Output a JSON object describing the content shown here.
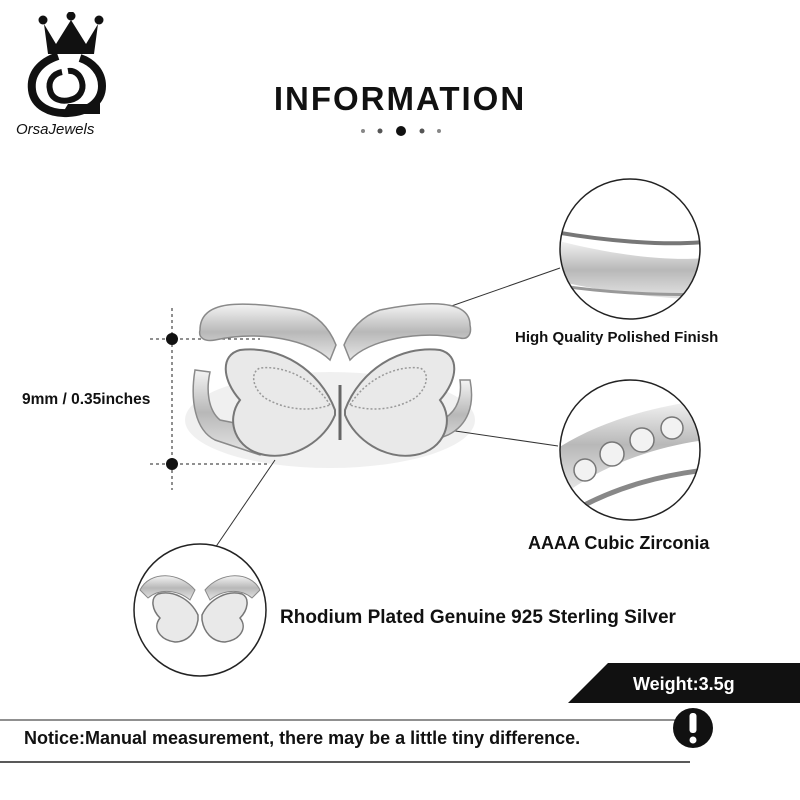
{
  "brand": {
    "name": "OrsaJewels",
    "logo_icon": "crown-o-logo-icon"
  },
  "header": {
    "title": "INFORMATION",
    "pager_dots": 5,
    "active_dot": 2
  },
  "features": {
    "finish": "High Quality Polished Finish",
    "zirconia": "AAAA Cubic Zirconia",
    "silver": "Rhodium Plated Genuine 925 Sterling Silver"
  },
  "measurement": {
    "size": "9mm / 0.35inches"
  },
  "weight": {
    "label": "Weight:3.5g"
  },
  "notice": {
    "text": "Notice:Manual measurement, there may be a little tiny difference.",
    "icon": "exclamation-icon"
  },
  "colors": {
    "text": "#111111",
    "banner": "#111111",
    "silver": "#c9c9c9"
  }
}
